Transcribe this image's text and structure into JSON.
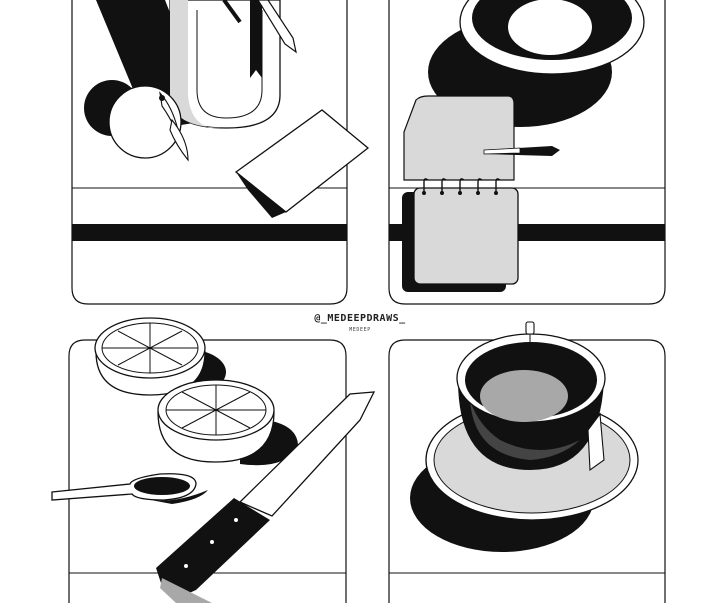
{
  "artwork": {
    "signature": "@_MEDEEPDRAWS_",
    "signature_sub": "MEDEEP",
    "palette": {
      "ink": "#111111",
      "paper": "#ffffff",
      "gray_light": "#d9d9d9",
      "gray_mid": "#a8a8a8"
    },
    "panels": [
      {
        "subject": "pencil cup, orange, and paper note"
      },
      {
        "subject": "bowl, spiral notebook, and pen"
      },
      {
        "subject": "halved lemons, spoon, and knife"
      },
      {
        "subject": "cup of coffee on saucer"
      }
    ]
  }
}
